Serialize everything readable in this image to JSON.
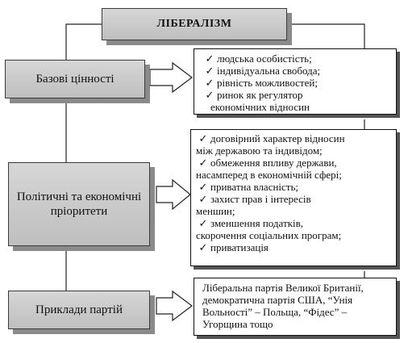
{
  "title": "ЛІБЕРАЛІЗМ",
  "categories": [
    "Базові цінності",
    "Політичні та економічні пріоритети",
    "Приклади партій"
  ],
  "values_list": [
    "людська особистість;",
    "індивідуальна свобода;",
    "рівність можливостей;",
    "ринок як регулятор",
    "економічних відносин"
  ],
  "priorities_list": [
    "договірний характер відносин",
    "між державою та індивідом;",
    "обмеження впливу держави,",
    "насамперед в економічній сфері;",
    "приватна власність;",
    "захист прав і інтересів",
    "меншин;",
    "зменшення податків,",
    "скорочення соціальних програм;",
    "приватизація"
  ],
  "parties_text": [
    "Ліберальна партія Великої Британії,",
    "демократична партія США, “Унія",
    "Вольності” – Польща, “Фідес” –",
    "Угорщина тощо"
  ],
  "icons": {
    "check": "✓",
    "arrow": "block-arrow-right"
  }
}
